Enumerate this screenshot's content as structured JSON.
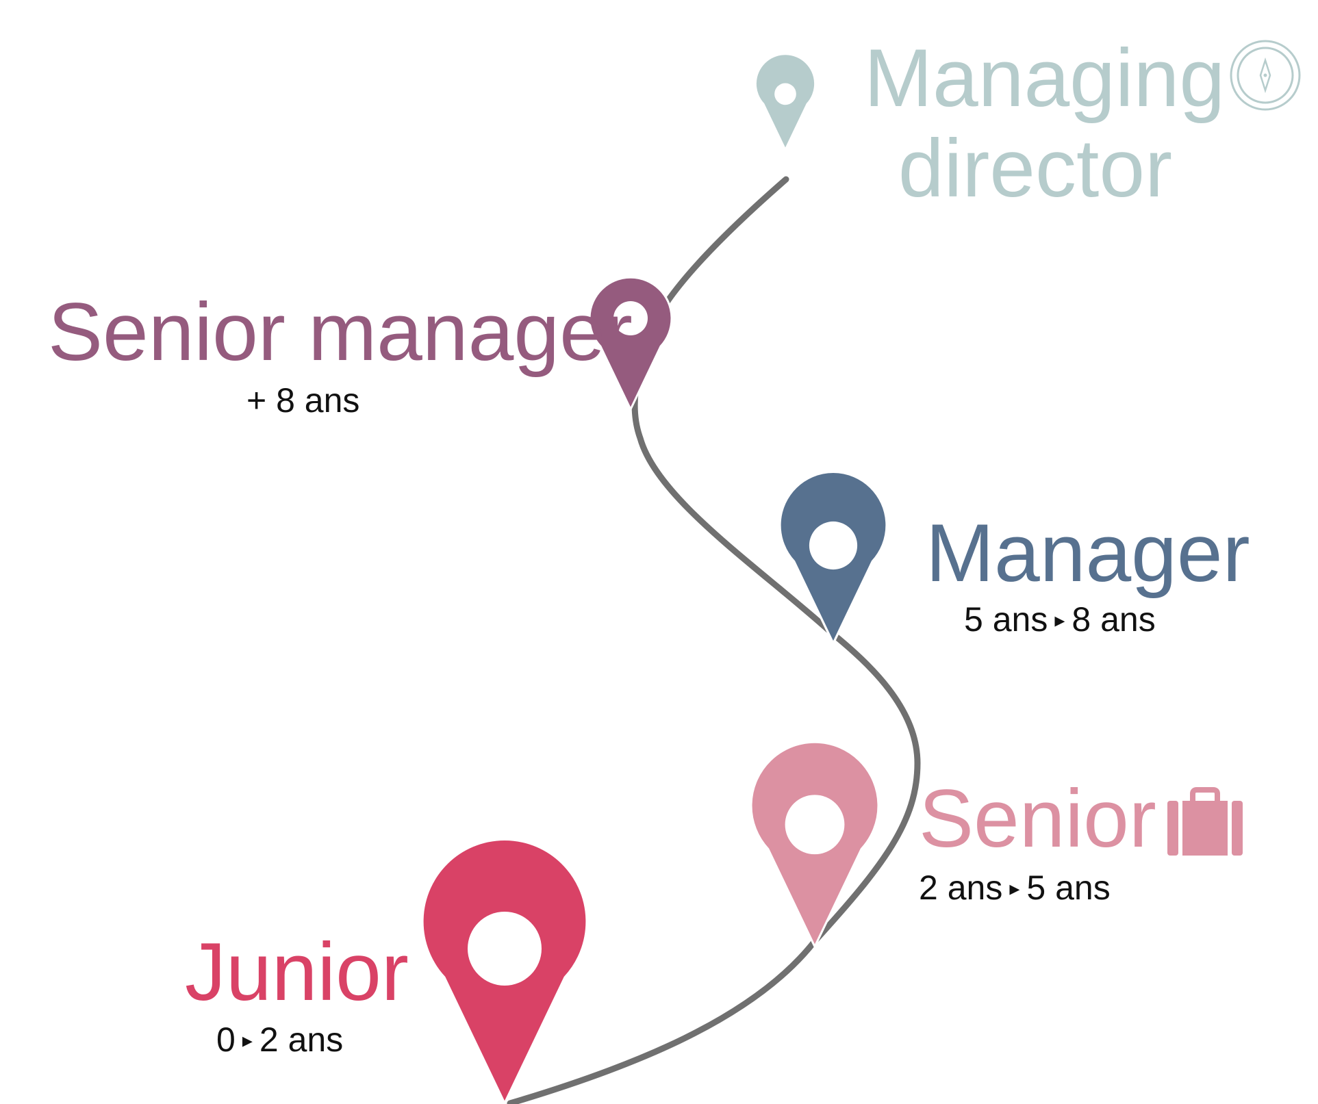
{
  "colors": {
    "road": "#707070",
    "managing_director": "#b6cccc",
    "senior_manager": "#955b7e",
    "manager": "#57718f",
    "senior": "#dc91a2",
    "junior": "#d94266"
  },
  "steps": {
    "managing_director": {
      "title_line1": "Managing",
      "title_line2": "director",
      "icon": "compass-icon"
    },
    "senior_manager": {
      "title": "Senior manager",
      "duration": "+ 8 ans"
    },
    "manager": {
      "title": "Manager",
      "from": "5 ans",
      "to": "8 ans"
    },
    "senior": {
      "title": "Senior",
      "from": "2 ans",
      "to": "5 ans",
      "icon": "briefcase-icon"
    },
    "junior": {
      "title": "Junior",
      "from": "0",
      "to": "2 ans"
    }
  },
  "arrow_glyph": "▸"
}
